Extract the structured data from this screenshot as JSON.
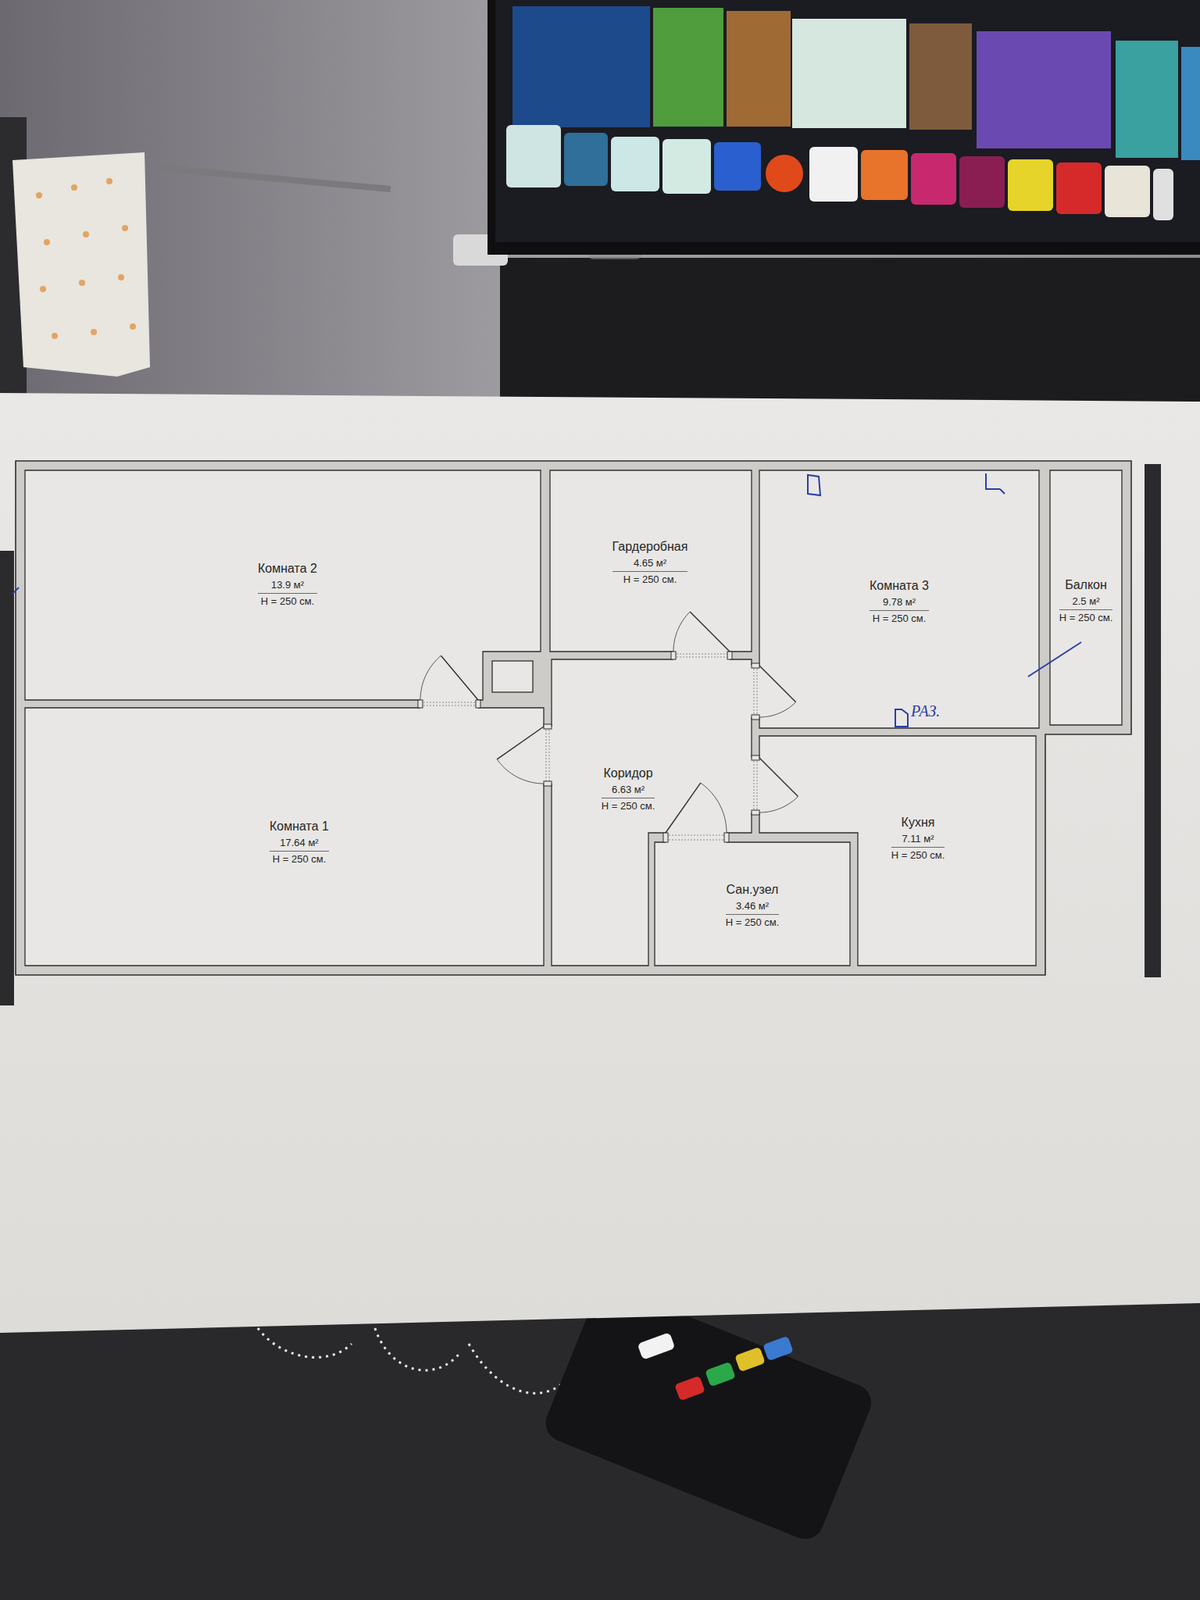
{
  "diagram": {
    "nodes": [
      {
        "text": [
          "Комната 2",
          "13.9 м²",
          "H = 250 см."
        ]
      },
      {
        "text": [
          "Гардеробная",
          "4.65 м²",
          "H = 250 см."
        ]
      },
      {
        "text": [
          "Комната 3",
          "9.78 м²",
          "H = 250 см."
        ]
      },
      {
        "text": [
          "Балкон",
          "2.5 м²",
          "H = 250 см."
        ]
      },
      {
        "text": [
          "Коридор",
          "6.63 м²",
          "H = 250 см."
        ]
      },
      {
        "text": [
          "Комната 1",
          "17.64 м²",
          "H = 250 см."
        ]
      },
      {
        "text": [
          "Кухня",
          "7.11 м²",
          "H = 250 см."
        ]
      },
      {
        "text": [
          "Сан.узел",
          "3.46 м²",
          "H = 250 см."
        ]
      }
    ],
    "labels": [
      "РАЗ."
    ]
  }
}
